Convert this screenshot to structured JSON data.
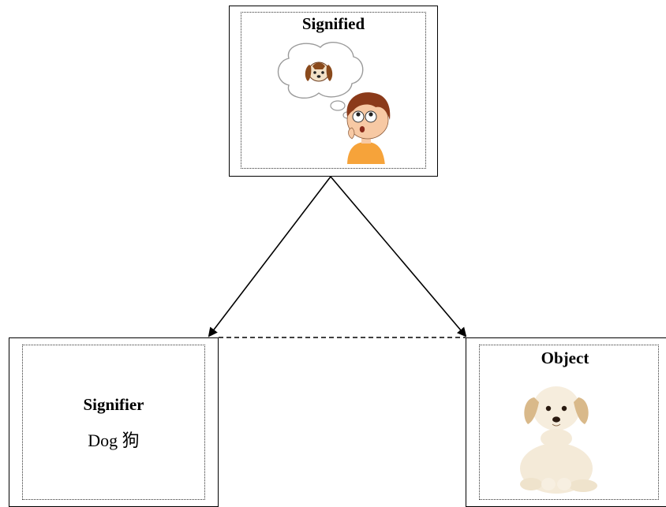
{
  "diagram": {
    "top": {
      "title": "Signified"
    },
    "left": {
      "title": "Signifier",
      "text": "Dog 狗"
    },
    "right": {
      "title": "Object"
    }
  }
}
